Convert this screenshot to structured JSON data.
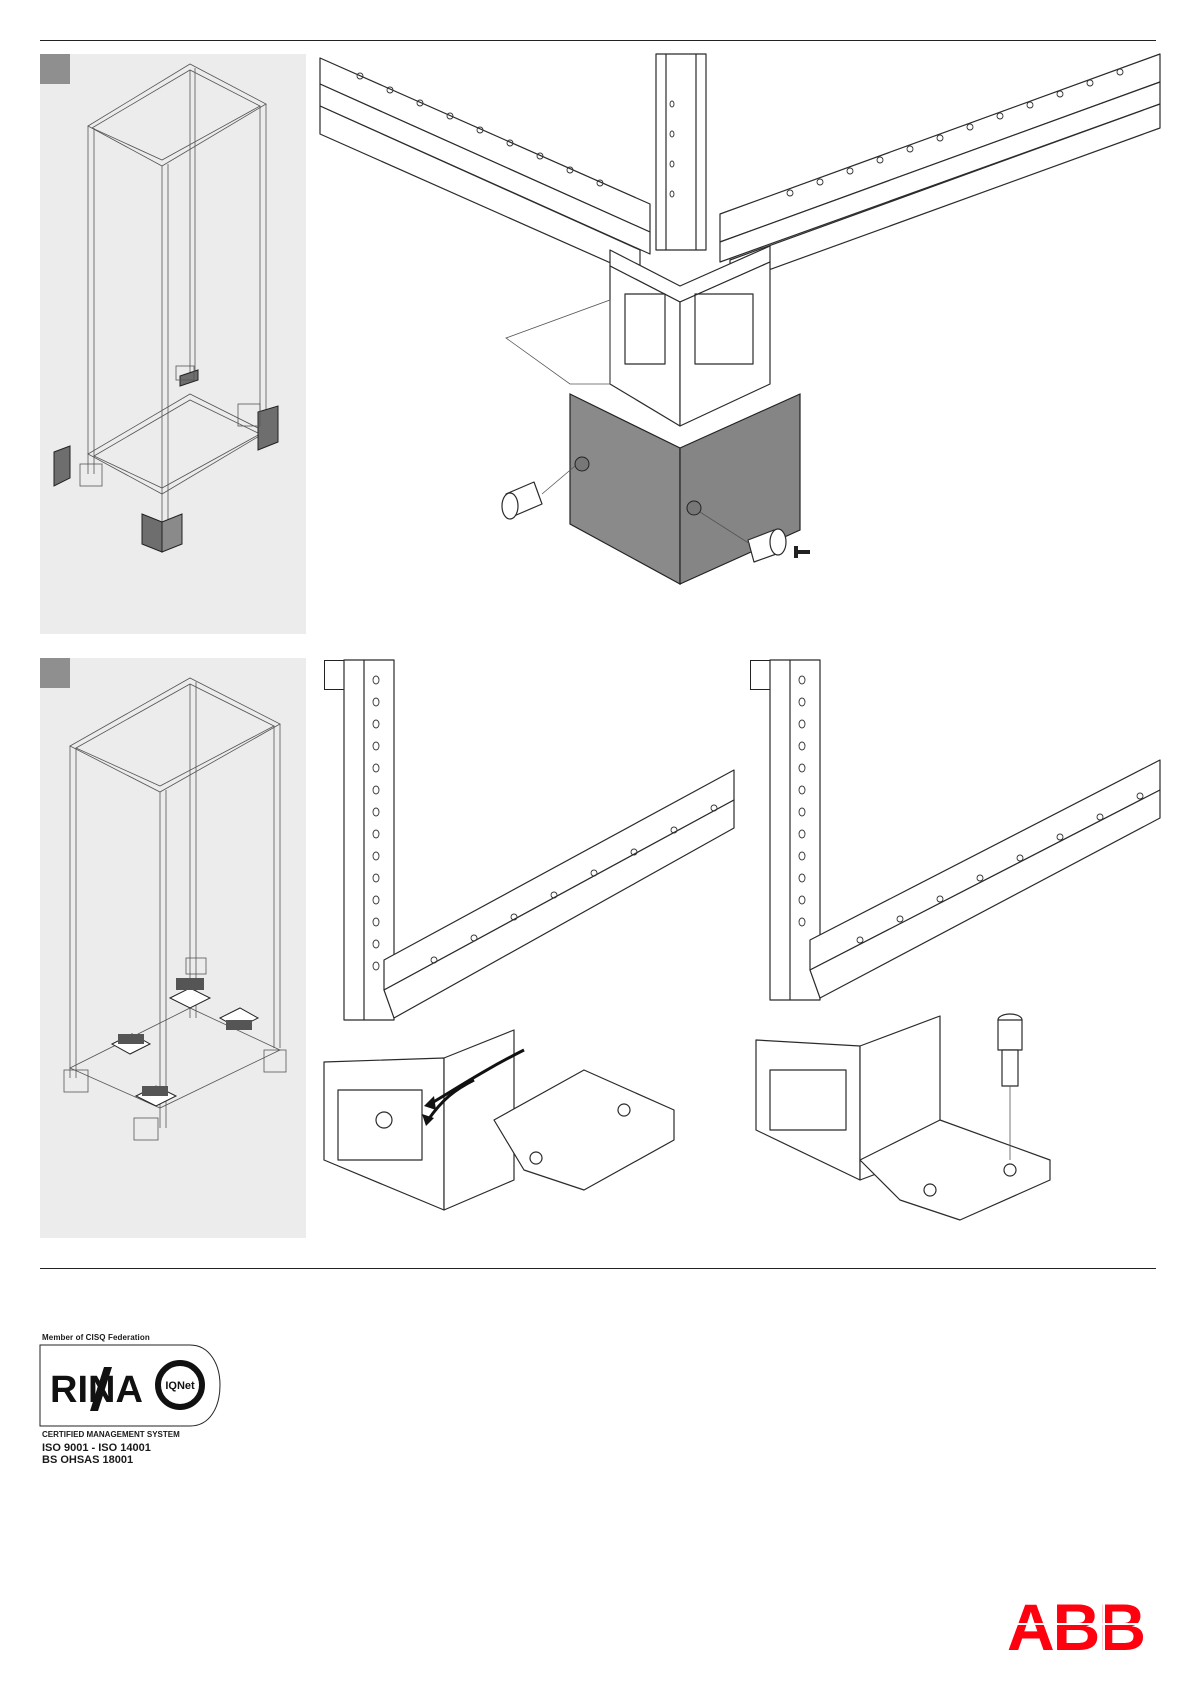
{
  "certification": {
    "member_text": "Member of CISQ Federation",
    "rina_logo_text": "RINA",
    "iqnet_text": "IQNet",
    "system_text": "CERTIFIED MANAGEMENT SYSTEM",
    "standards_line1": "ISO 9001 - ISO 14001",
    "standards_line2": "BS OHSAS 18001"
  },
  "brand": {
    "logo_text": "ABB",
    "logo_color": "#ff000f"
  },
  "steps": [
    {
      "id": "step-1",
      "description": "corner cover fixing"
    },
    {
      "id": "step-2",
      "description": "base plate fixing"
    }
  ],
  "colors": {
    "panel_bg": "#ececec",
    "badge": "#8f8f8f",
    "cover_plate": "#8a8a8a"
  }
}
